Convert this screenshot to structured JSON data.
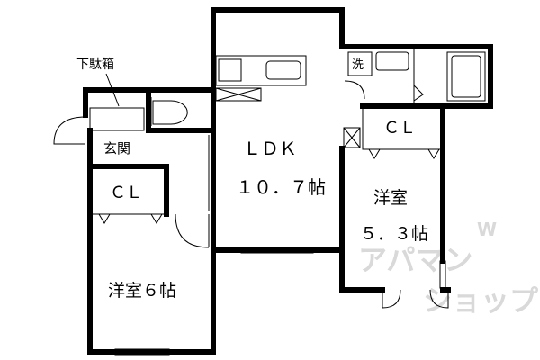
{
  "floor_plan": {
    "labels": {
      "shoe_closet": "下駄箱",
      "entrance": "玄関",
      "closet_left": "ＣＬ",
      "ldk_name": "ＬＤＫ",
      "ldk_size": "１０．７帖",
      "closet_right": "ＣＬ",
      "room_right_name": "洋室",
      "room_right_size": "５．３帖",
      "room_left": "洋室６帖",
      "washroom": "洗"
    },
    "watermark": {
      "line1": "アパマン",
      "line2": "ショップ",
      "logo_text": "W"
    },
    "colors": {
      "wall": "#000000",
      "background": "#ffffff",
      "watermark": "#d9d9d9"
    }
  }
}
